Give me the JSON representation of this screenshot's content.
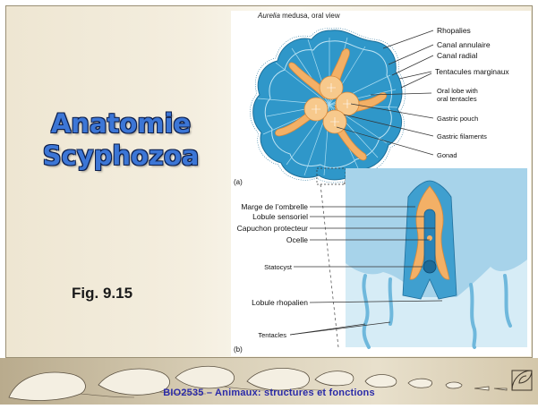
{
  "slide": {
    "title_line1": "Anatomie",
    "title_line2": "Scyphozoa",
    "figure_ref": "Fig. 9.15",
    "footer": "BIO2535 – Animaux: structures et fonctions"
  },
  "figure": {
    "caption_top_italic": "Aurelia",
    "caption_top_rest": " medusa, oral view",
    "panel_a": "(a)",
    "panel_b": "(b)",
    "labels_a": {
      "rhopalies": "Rhopalies",
      "canal_annulaire": "Canal annulaire",
      "canal_radial": "Canal radial",
      "tentacules": "Tentacules marginaux",
      "oral_lobe_1": "Oral lobe with",
      "oral_lobe_2": "oral tentacles",
      "gastric_pouch": "Gastric pouch",
      "gastric_filaments": "Gastric filaments",
      "gonad": "Gonad"
    },
    "labels_b": {
      "marge": "Marge de l’ombrelle",
      "lobule_sensoriel": "Lobule sensoriel",
      "capuchon": "Capuchon protecteur",
      "ocelle": "Ocelle",
      "statocyst": "Statocyst",
      "lobule_rhopalien": "Lobule rhopalien",
      "tentacles": "Tentacles"
    }
  },
  "colors": {
    "title_blue": "#3c76d6",
    "medusa_blue": "#2f97c9",
    "medusa_light": "#8cc8e6",
    "gonad_orange": "#f3b066",
    "footer_text": "#2a2aa8"
  }
}
